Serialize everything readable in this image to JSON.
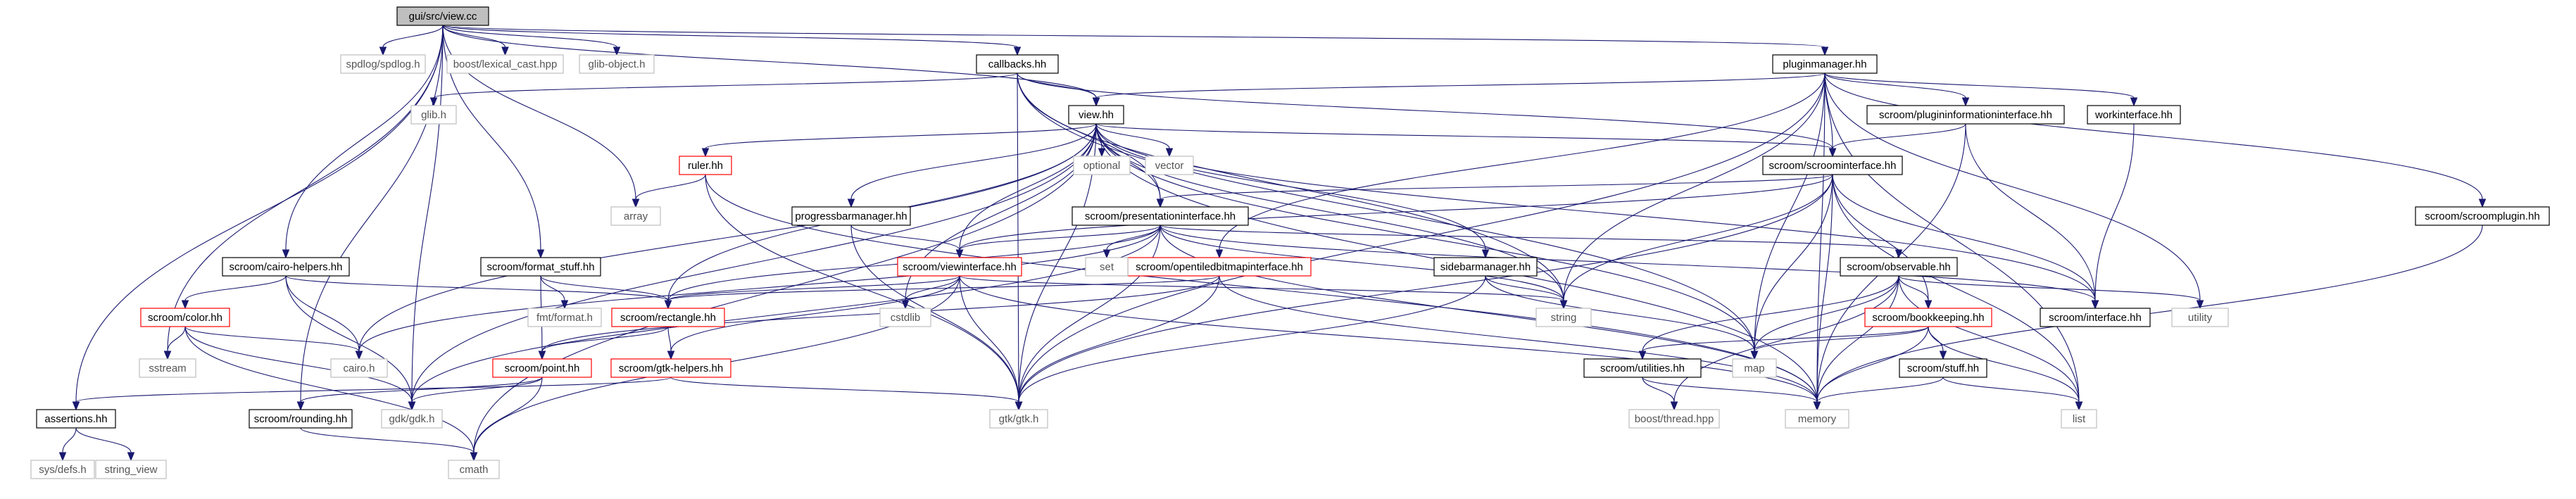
{
  "diagram_title": "",
  "colors": {
    "edge": "#191970",
    "root_fill": "#bfbfbf",
    "root_stroke": "#000000",
    "documented_stroke": "#000000",
    "truncated_stroke": "#ff0000",
    "external_stroke": "#bfbfbf",
    "text": "#000000",
    "external_text": "#555555"
  },
  "nodes": [
    {
      "id": "view_cc",
      "label": "gui/src/view.cc",
      "kind": "root"
    },
    {
      "id": "spdlog",
      "label": "spdlog/spdlog.h",
      "kind": "external"
    },
    {
      "id": "lexcast",
      "label": "boost/lexical_cast.hpp",
      "kind": "external"
    },
    {
      "id": "glibobj",
      "label": "glib-object.h",
      "kind": "external"
    },
    {
      "id": "callbacks",
      "label": "callbacks.hh",
      "kind": "documented"
    },
    {
      "id": "pluginmgr",
      "label": "pluginmanager.hh",
      "kind": "documented"
    },
    {
      "id": "glib",
      "label": "glib.h",
      "kind": "external"
    },
    {
      "id": "view_hh",
      "label": "view.hh",
      "kind": "documented"
    },
    {
      "id": "optional",
      "label": "optional",
      "kind": "external"
    },
    {
      "id": "vector",
      "label": "vector",
      "kind": "external"
    },
    {
      "id": "ruler",
      "label": "ruler.hh",
      "kind": "truncated"
    },
    {
      "id": "array",
      "label": "array",
      "kind": "external"
    },
    {
      "id": "progress",
      "label": "progressbarmanager.hh",
      "kind": "documented"
    },
    {
      "id": "presint",
      "label": "scroom/presentationinterface.hh",
      "kind": "documented"
    },
    {
      "id": "scroomint",
      "label": "scroom/scroominterface.hh",
      "kind": "documented"
    },
    {
      "id": "plugininfo",
      "label": "scroom/plugininformationinterface.hh",
      "kind": "documented"
    },
    {
      "id": "workint",
      "label": "workinterface.hh",
      "kind": "documented"
    },
    {
      "id": "scroomplugin",
      "label": "scroom/scroomplugin.hh",
      "kind": "documented"
    },
    {
      "id": "cairohelp",
      "label": "scroom/cairo-helpers.hh",
      "kind": "documented"
    },
    {
      "id": "formatstuff",
      "label": "scroom/format_stuff.hh",
      "kind": "documented"
    },
    {
      "id": "viewint",
      "label": "scroom/viewinterface.hh",
      "kind": "truncated"
    },
    {
      "id": "opentiled",
      "label": "scroom/opentiledbitmapinterface.hh",
      "kind": "truncated"
    },
    {
      "id": "set",
      "label": "set",
      "kind": "external"
    },
    {
      "id": "sidebar",
      "label": "sidebarmanager.hh",
      "kind": "documented"
    },
    {
      "id": "observable",
      "label": "scroom/observable.hh",
      "kind": "documented"
    },
    {
      "id": "color",
      "label": "scroom/color.hh",
      "kind": "truncated"
    },
    {
      "id": "fmtformat",
      "label": "fmt/format.h",
      "kind": "external"
    },
    {
      "id": "rectangle",
      "label": "scroom/rectangle.hh",
      "kind": "truncated"
    },
    {
      "id": "cstdlib",
      "label": "cstdlib",
      "kind": "external"
    },
    {
      "id": "string",
      "label": "string",
      "kind": "external"
    },
    {
      "id": "interface",
      "label": "scroom/interface.hh",
      "kind": "documented"
    },
    {
      "id": "utility",
      "label": "utility",
      "kind": "external"
    },
    {
      "id": "bookkeeping",
      "label": "scroom/bookkeeping.hh",
      "kind": "truncated"
    },
    {
      "id": "sstream",
      "label": "sstream",
      "kind": "external"
    },
    {
      "id": "cairo",
      "label": "cairo.h",
      "kind": "external"
    },
    {
      "id": "point",
      "label": "scroom/point.hh",
      "kind": "truncated"
    },
    {
      "id": "gtkhelp",
      "label": "scroom/gtk-helpers.hh",
      "kind": "truncated"
    },
    {
      "id": "utilities",
      "label": "scroom/utilities.hh",
      "kind": "documented"
    },
    {
      "id": "map",
      "label": "map",
      "kind": "external"
    },
    {
      "id": "stuff",
      "label": "scroom/stuff.hh",
      "kind": "documented"
    },
    {
      "id": "assertions",
      "label": "assertions.hh",
      "kind": "documented"
    },
    {
      "id": "rounding",
      "label": "scroom/rounding.hh",
      "kind": "documented"
    },
    {
      "id": "gdk",
      "label": "gdk/gdk.h",
      "kind": "external"
    },
    {
      "id": "gtk",
      "label": "gtk/gtk.h",
      "kind": "external"
    },
    {
      "id": "memory",
      "label": "memory",
      "kind": "external"
    },
    {
      "id": "list",
      "label": "list",
      "kind": "external"
    },
    {
      "id": "threadhpp",
      "label": "boost/thread.hpp",
      "kind": "external"
    },
    {
      "id": "sysdefs",
      "label": "sys/defs.h",
      "kind": "external"
    },
    {
      "id": "stringview",
      "label": "string_view",
      "kind": "external"
    },
    {
      "id": "cmath",
      "label": "cmath",
      "kind": "external"
    }
  ],
  "edges": [
    [
      "view_cc",
      "spdlog"
    ],
    [
      "view_cc",
      "lexcast"
    ],
    [
      "view_cc",
      "glibobj"
    ],
    [
      "view_cc",
      "callbacks"
    ],
    [
      "view_cc",
      "pluginmgr"
    ],
    [
      "view_cc",
      "view_hh"
    ],
    [
      "view_cc",
      "cairohelp"
    ],
    [
      "view_cc",
      "formatstuff"
    ],
    [
      "view_cc",
      "assertions"
    ],
    [
      "view_cc",
      "rounding"
    ],
    [
      "view_cc",
      "sstream"
    ],
    [
      "view_cc",
      "array"
    ],
    [
      "view_cc",
      "gdk"
    ],
    [
      "callbacks",
      "glib"
    ],
    [
      "callbacks",
      "view_hh"
    ],
    [
      "callbacks",
      "presint"
    ],
    [
      "callbacks",
      "scroomint"
    ],
    [
      "callbacks",
      "gtk"
    ],
    [
      "callbacks",
      "string"
    ],
    [
      "callbacks",
      "map"
    ],
    [
      "pluginmgr",
      "view_hh"
    ],
    [
      "pluginmgr",
      "plugininfo"
    ],
    [
      "pluginmgr",
      "workint"
    ],
    [
      "pluginmgr",
      "scroomint"
    ],
    [
      "pluginmgr",
      "scroomplugin"
    ],
    [
      "pluginmgr",
      "opentiled"
    ],
    [
      "pluginmgr",
      "gtk"
    ],
    [
      "pluginmgr",
      "string"
    ],
    [
      "pluginmgr",
      "map"
    ],
    [
      "pluginmgr",
      "list"
    ],
    [
      "pluginmgr",
      "memory"
    ],
    [
      "pluginmgr",
      "utility"
    ],
    [
      "view_hh",
      "optional"
    ],
    [
      "view_hh",
      "vector"
    ],
    [
      "view_hh",
      "ruler"
    ],
    [
      "view_hh",
      "progress"
    ],
    [
      "view_hh",
      "presint"
    ],
    [
      "view_hh",
      "scroomint"
    ],
    [
      "view_hh",
      "viewint"
    ],
    [
      "view_hh",
      "sidebar"
    ],
    [
      "view_hh",
      "string"
    ],
    [
      "view_hh",
      "map"
    ],
    [
      "view_hh",
      "cstdlib"
    ],
    [
      "view_hh",
      "cairo"
    ],
    [
      "view_hh",
      "gdk"
    ],
    [
      "view_hh",
      "gtk"
    ],
    [
      "view_hh",
      "cmath"
    ],
    [
      "view_hh",
      "rectangle"
    ],
    [
      "view_hh",
      "interface"
    ],
    [
      "view_hh",
      "memory"
    ],
    [
      "ruler",
      "array"
    ],
    [
      "ruler",
      "gtk"
    ],
    [
      "ruler",
      "memory"
    ],
    [
      "progress",
      "viewint"
    ],
    [
      "progress",
      "gtk"
    ],
    [
      "presint",
      "viewint"
    ],
    [
      "presint",
      "set"
    ],
    [
      "presint",
      "observable"
    ],
    [
      "presint",
      "rectangle"
    ],
    [
      "presint",
      "interface"
    ],
    [
      "presint",
      "cairo"
    ],
    [
      "presint",
      "gdk"
    ],
    [
      "presint",
      "gtk"
    ],
    [
      "presint",
      "string"
    ],
    [
      "presint",
      "memory"
    ],
    [
      "scroomint",
      "presint"
    ],
    [
      "scroomint",
      "viewint"
    ],
    [
      "scroomint",
      "interface"
    ],
    [
      "scroomint",
      "bookkeeping"
    ],
    [
      "scroomint",
      "string"
    ],
    [
      "scroomint",
      "map"
    ],
    [
      "scroomint",
      "gtk"
    ],
    [
      "scroomint",
      "memory"
    ],
    [
      "scroomint",
      "list"
    ],
    [
      "plugininfo",
      "scroomint"
    ],
    [
      "plugininfo",
      "interface"
    ],
    [
      "plugininfo",
      "memory"
    ],
    [
      "workint",
      "interface"
    ],
    [
      "scroomplugin",
      "memory"
    ],
    [
      "cairohelp",
      "color"
    ],
    [
      "cairohelp",
      "rectangle"
    ],
    [
      "cairohelp",
      "cairo"
    ],
    [
      "cairohelp",
      "gdk"
    ],
    [
      "formatstuff",
      "fmtformat"
    ],
    [
      "formatstuff",
      "rectangle"
    ],
    [
      "formatstuff",
      "point"
    ],
    [
      "viewint",
      "rectangle"
    ],
    [
      "viewint",
      "gtkhelp"
    ],
    [
      "viewint",
      "gtk"
    ],
    [
      "viewint",
      "cstdlib"
    ],
    [
      "viewint",
      "cmath"
    ],
    [
      "viewint",
      "memory"
    ],
    [
      "viewint",
      "string"
    ],
    [
      "opentiled",
      "rectangle"
    ],
    [
      "opentiled",
      "gtk"
    ],
    [
      "opentiled",
      "memory"
    ],
    [
      "opentiled",
      "point"
    ],
    [
      "sidebar",
      "string"
    ],
    [
      "sidebar",
      "gtk"
    ],
    [
      "sidebar",
      "map"
    ],
    [
      "observable",
      "bookkeeping"
    ],
    [
      "observable",
      "utilities"
    ],
    [
      "observable",
      "map"
    ],
    [
      "observable",
      "list"
    ],
    [
      "observable",
      "memory"
    ],
    [
      "observable",
      "threadhpp"
    ],
    [
      "observable",
      "utility"
    ],
    [
      "color",
      "sstream"
    ],
    [
      "color",
      "cairo"
    ],
    [
      "color",
      "gdk"
    ],
    [
      "color",
      "cmath"
    ],
    [
      "rectangle",
      "point"
    ],
    [
      "rectangle",
      "gtkhelp"
    ],
    [
      "point",
      "gdk"
    ],
    [
      "point",
      "cmath"
    ],
    [
      "point",
      "rounding"
    ],
    [
      "gtkhelp",
      "gtk"
    ],
    [
      "gtkhelp",
      "assertions"
    ],
    [
      "bookkeeping",
      "stuff"
    ],
    [
      "bookkeeping",
      "map"
    ],
    [
      "bookkeeping",
      "memory"
    ],
    [
      "bookkeeping",
      "list"
    ],
    [
      "bookkeeping",
      "utilities"
    ],
    [
      "utilities",
      "threadhpp"
    ],
    [
      "utilities",
      "memory"
    ],
    [
      "stuff",
      "memory"
    ],
    [
      "stuff",
      "list"
    ],
    [
      "assertions",
      "sysdefs"
    ],
    [
      "assertions",
      "stringview"
    ],
    [
      "rounding",
      "cmath"
    ]
  ]
}
